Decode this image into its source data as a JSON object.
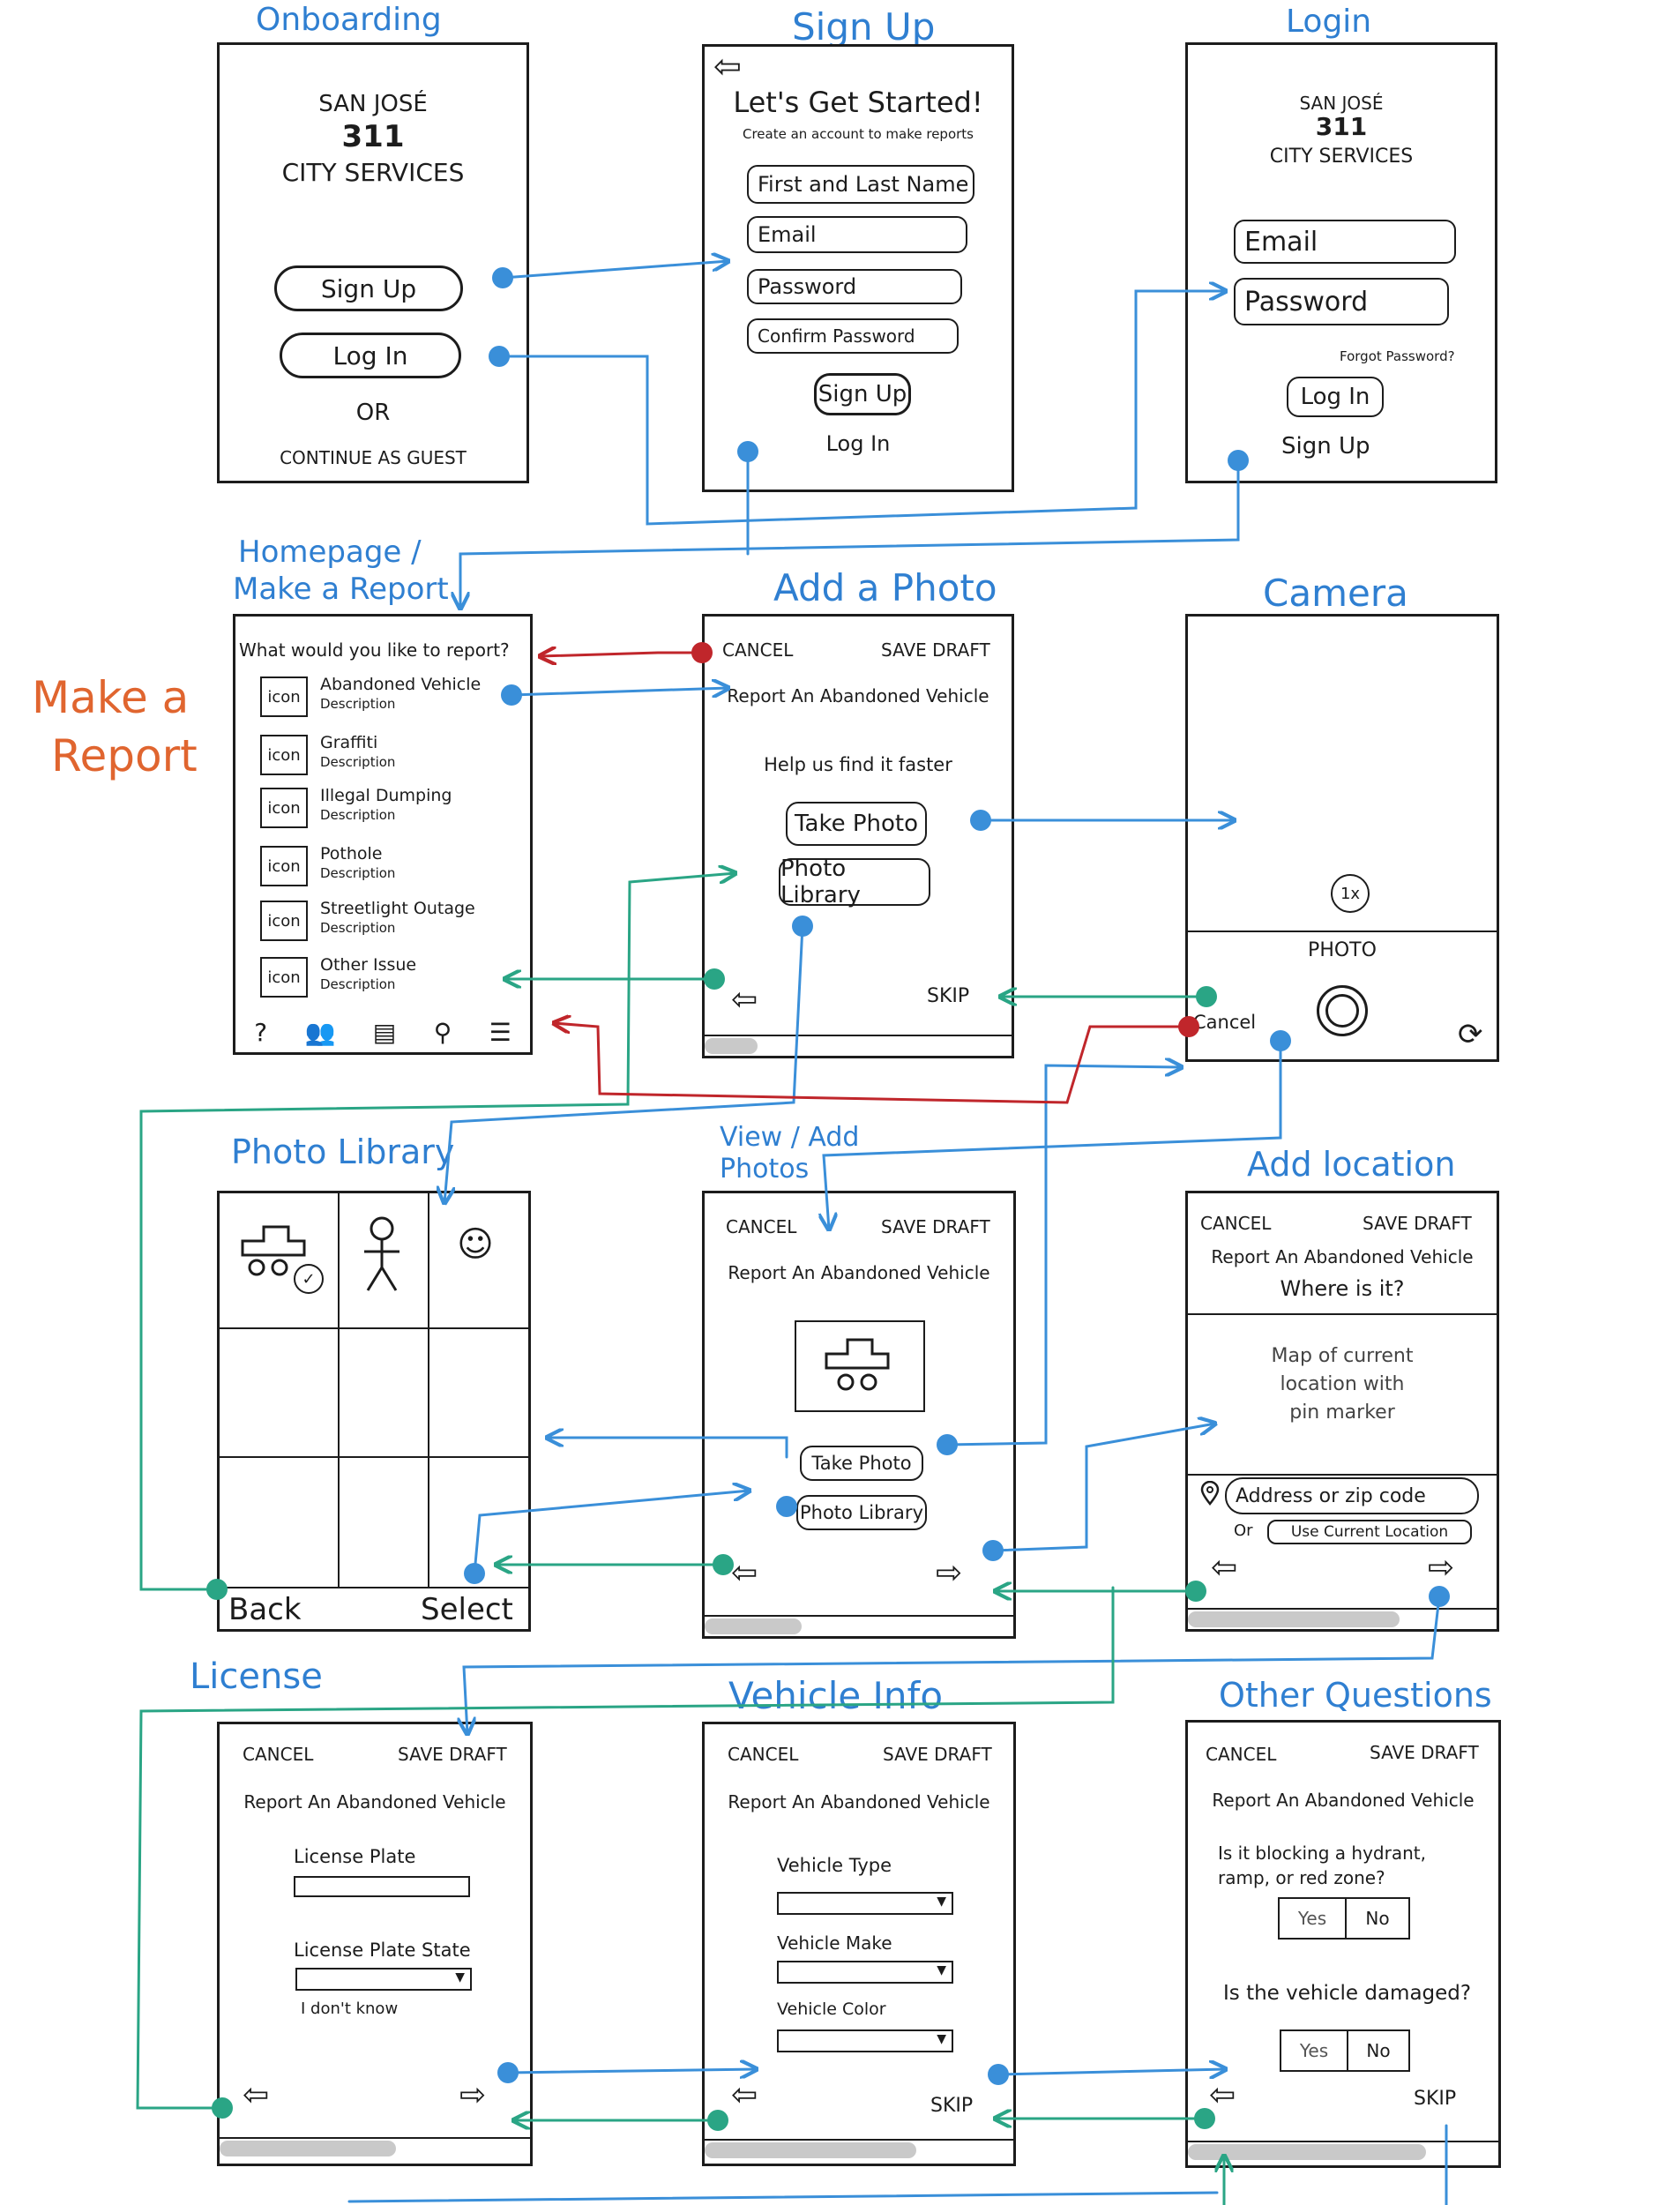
{
  "side_title": {
    "line1": "Make a",
    "line2": "Report"
  },
  "screens": {
    "onboarding": {
      "title": "Onboarding",
      "brand_line1": "SAN JOSÉ",
      "brand_line2": "311",
      "brand_line3": "CITY SERVICES",
      "signup": "Sign Up",
      "login": "Log In",
      "or": "OR",
      "guest": "CONTINUE AS GUEST"
    },
    "signup": {
      "title": "Sign Up",
      "back_glyph": "⇦",
      "heading": "Let's Get Started!",
      "subheading": "Create an account to make reports",
      "name": "First and Last Name",
      "email": "Email",
      "password": "Password",
      "confirm": "Confirm Password",
      "signup_button": "Sign Up",
      "login_link": "Log In"
    },
    "login": {
      "title": "Login",
      "brand_line1": "SAN JOSÉ",
      "brand_line2": "311",
      "brand_line3": "CITY SERVICES",
      "email": "Email",
      "password": "Password",
      "forgot": "Forgot Password?",
      "login_button": "Log In",
      "signup_link": "Sign Up"
    },
    "homepage": {
      "title_line1": "Homepage /",
      "title_line2": "Make a Report",
      "question": "What would you like to report?",
      "icon_label": "icon",
      "description_label": "Description",
      "items": [
        "Abandoned Vehicle",
        "Graffiti",
        "Illegal Dumping",
        "Pothole",
        "Streetlight Outage",
        "Other Issue"
      ],
      "tabbar": [
        "?",
        "👥",
        "▤",
        "⚲",
        "☰"
      ]
    },
    "add_photo": {
      "title": "Add a Photo",
      "cancel": "CANCEL",
      "save_draft": "SAVE DRAFT",
      "report": "Report An Abandoned Vehicle",
      "help": "Help us find it faster",
      "take_photo": "Take Photo",
      "photo_library": "Photo Library",
      "skip": "SKIP",
      "back_glyph": "⇦"
    },
    "camera": {
      "title": "Camera",
      "zoom": "1x",
      "mode": "PHOTO",
      "cancel": "Cancel",
      "flip_glyph": "⟳"
    },
    "photo_library": {
      "title": "Photo Library",
      "back": "Back",
      "select": "Select",
      "check_glyph": "✓",
      "smiley_glyph": "☺"
    },
    "view_add_photos": {
      "title_line1": "View / Add",
      "title_line2": "Photos",
      "cancel": "CANCEL",
      "save_draft": "SAVE DRAFT",
      "report": "Report An Abandoned Vehicle",
      "take_photo": "Take Photo",
      "photo_library": "Photo Library",
      "back_glyph": "⇦",
      "next_glyph": "⇨"
    },
    "add_location": {
      "title": "Add location",
      "cancel": "CANCEL",
      "save_draft": "SAVE DRAFT",
      "report": "Report An Abandoned Vehicle",
      "where": "Where is it?",
      "map_line1": "Map of current",
      "map_line2": "location with",
      "map_line3": "pin marker",
      "address": "Address or zip code",
      "or": "Or",
      "use_current": "Use Current Location",
      "back_glyph": "⇦",
      "next_glyph": "⇨"
    },
    "license": {
      "title": "License",
      "cancel": "CANCEL",
      "save_draft": "SAVE DRAFT",
      "report": "Report An Abandoned Vehicle",
      "plate": "License Plate",
      "plate_state": "License Plate State",
      "dont_know": "I don't know",
      "back_glyph": "⇦",
      "next_glyph": "⇨"
    },
    "vehicle_info": {
      "title": "Vehicle Info",
      "cancel": "CANCEL",
      "save_draft": "SAVE DRAFT",
      "report": "Report An Abandoned Vehicle",
      "type": "Vehicle Type",
      "make": "Vehicle Make",
      "color": "Vehicle Color",
      "skip": "SKIP",
      "back_glyph": "⇦"
    },
    "other_questions": {
      "title": "Other Questions",
      "cancel": "CANCEL",
      "save_draft": "SAVE DRAFT",
      "report": "Report An Abandoned Vehicle",
      "q1_line1": "Is it blocking a hydrant,",
      "q1_line2": "ramp, or red zone?",
      "q2": "Is the vehicle damaged?",
      "yes": "Yes",
      "no": "No",
      "skip": "SKIP",
      "back_glyph": "⇦"
    }
  },
  "colors": {
    "forward": "#3a8fd9",
    "back": "#2aa585",
    "cancel": "#c0262b",
    "title": "#2f7fd1",
    "side_title": "#e0652f"
  }
}
